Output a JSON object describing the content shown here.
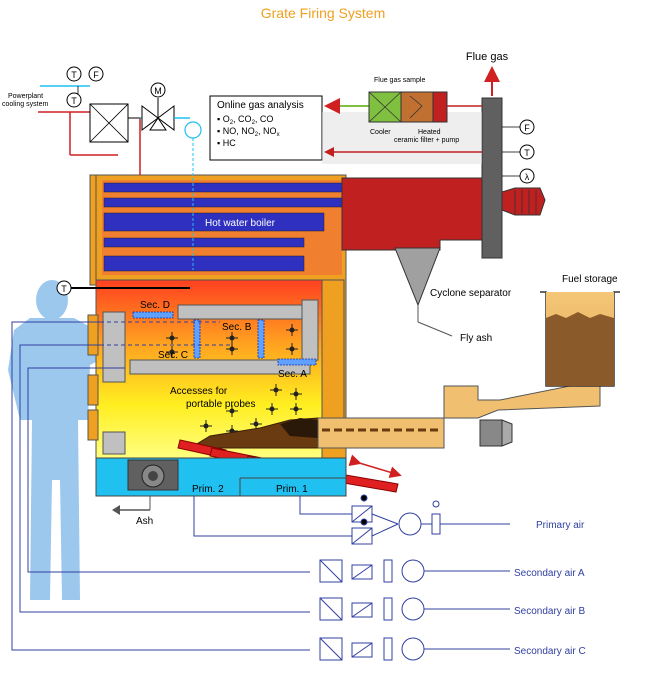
{
  "title": "Grate Firing System",
  "labels": {
    "flue_gas": "Flue gas",
    "flue_gas_sample": "Flue gas sample",
    "cooler": "Cooler",
    "heated_filter_line1": "Heated",
    "heated_filter_line2": "ceramic filter + pump",
    "powerplant_cooling_line1": "Powerplant",
    "powerplant_cooling_line2": "cooling system",
    "analysis_title": "Online gas analysis",
    "hot_water_boiler": "Hot water boiler",
    "cyclone_separator": "Cyclone separator",
    "fly_ash": "Fly ash",
    "fuel_storage": "Fuel storage",
    "sec_a": "Sec. A",
    "sec_b": "Sec. B",
    "sec_c": "Sec. C",
    "sec_d": "Sec. D",
    "accesses_line1": "Accesses for",
    "accesses_line2": "portable probes",
    "prim_1": "Prim. 1",
    "prim_2": "Prim. 2",
    "ash": "Ash",
    "primary_air": "Primary air",
    "secondary_air_a": "Secondary air A",
    "secondary_air_b": "Secondary air B",
    "secondary_air_c": "Secondary air C"
  },
  "analysis_items": [
    {
      "base": "O",
      "sub": "2",
      "rest": ", CO",
      "sub2": "2",
      "tail": ", CO"
    },
    {
      "base": "NO, NO",
      "sub": "2",
      "rest": ", NO",
      "sub2": "x",
      "tail": ""
    },
    {
      "base": "HC",
      "sub": "",
      "rest": "",
      "sub2": "",
      "tail": ""
    }
  ],
  "sensor_letters": {
    "temperature": "T",
    "flow": "F",
    "lambda": "λ",
    "motor": "M"
  },
  "colors": {
    "title": "#f0a020",
    "blue_line": "#3040a0",
    "red": "#d02020",
    "orange": "#f0a020",
    "boiler_blue": "#3030c0",
    "dark_red": "#b01818",
    "cyan": "#20c0f0",
    "grey": "#c0c0c0",
    "sand": "#f0c070",
    "brown": "#8a5a2a",
    "person": "#9cc8ee",
    "green": "#80c040"
  }
}
